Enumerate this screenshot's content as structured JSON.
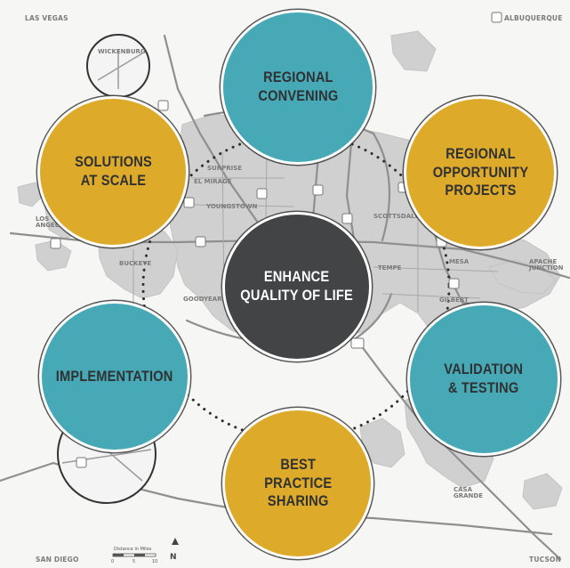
{
  "colors": {
    "teal": "#47a9b6",
    "gold": "#ddaa2a",
    "center": "#424445",
    "map_fill": "#cfcfcf",
    "road": "#8e8e8e",
    "background": "#f6f6f5"
  },
  "center": {
    "label": "ENHANCE\nQUALITY OF LIFE"
  },
  "nodes": [
    {
      "id": "regional-convening",
      "label": "REGIONAL\nCONVENING",
      "color": "teal"
    },
    {
      "id": "regional-opportunity-projects",
      "label": "REGIONAL\nOPPORTUNITY\nPROJECTS",
      "color": "gold"
    },
    {
      "id": "validation-testing",
      "label": "VALIDATION\n& TESTING",
      "color": "teal"
    },
    {
      "id": "best-practice-sharing",
      "label": "BEST\nPRACTICE\nSHARING",
      "color": "gold"
    },
    {
      "id": "implementation",
      "label": "IMPLEMENTATION",
      "color": "teal"
    },
    {
      "id": "solutions-at-scale",
      "label": "SOLUTIONS\nAT SCALE",
      "color": "gold"
    }
  ],
  "map": {
    "corner_labels": {
      "top_left": "LAS VEGAS",
      "top_right": "ALBUQUERQUE",
      "bottom_left": "SAN DIEGO",
      "bottom_right": "TUCSON"
    },
    "cities": {
      "wickenburg": "WICKENBURG",
      "surprise": "SURPRISE",
      "el_mirage": "EL MIRAGE",
      "youngstown": "YOUNGSTOWN",
      "scottsdale": "SCOTTSDALE",
      "tempe": "TEMPE",
      "mesa": "MESA",
      "gilbert": "GILBERT",
      "apache_junction": "APACHE\nJUNCTION",
      "buckeye": "BUCKEYE",
      "goodyear": "GOODYEAR",
      "casa_grande": "CASA\nGRANDE",
      "los_angeles": "LOS\nANGELES"
    },
    "scale": {
      "label": "Distance in Miles",
      "ticks": [
        "0",
        "5",
        "10"
      ],
      "north": "N"
    }
  }
}
